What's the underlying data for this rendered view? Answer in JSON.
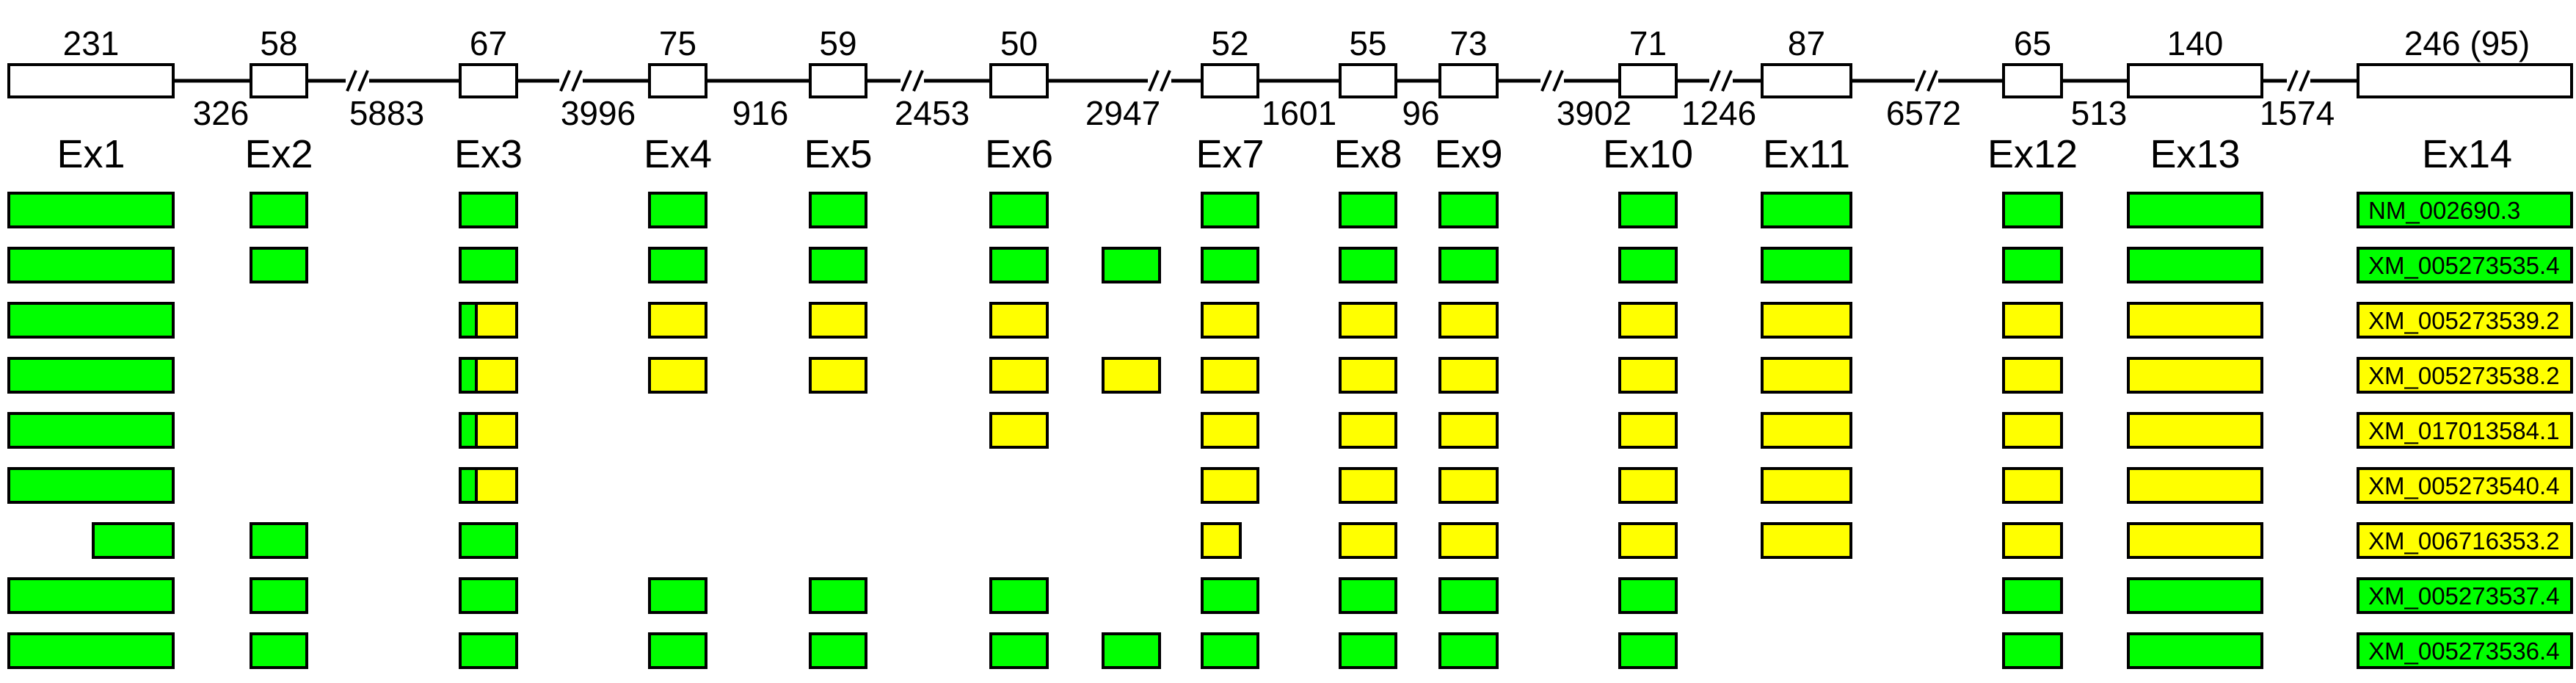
{
  "exon_sizes": [
    "231",
    "58",
    "67",
    "75",
    "59",
    "50",
    "52",
    "55",
    "73",
    "71",
    "87",
    "65",
    "140",
    "246 (95)"
  ],
  "intron_sizes": [
    "326",
    "5883",
    "3996",
    "916",
    "2453",
    "2947",
    "1601",
    "96",
    "3902",
    "1246",
    "6572",
    "513",
    "1574"
  ],
  "exon_names": [
    "Ex1",
    "Ex2",
    "Ex3",
    "Ex4",
    "Ex5",
    "Ex6",
    "Ex7",
    "Ex8",
    "Ex9",
    "Ex10",
    "Ex11",
    "Ex12",
    "Ex13",
    "Ex14"
  ],
  "colors": {
    "green": "#00ff00",
    "yellow": "#ffff00",
    "outline": "#000000",
    "background": "#ffffff"
  },
  "transcripts": [
    {
      "label": "NM_002690.3",
      "color": "green",
      "exons": [
        "Ex1",
        "Ex2",
        "Ex3",
        "Ex4",
        "Ex5",
        "Ex6",
        "Ex7",
        "Ex8",
        "Ex9",
        "Ex10",
        "Ex11",
        "Ex12",
        "Ex13"
      ]
    },
    {
      "label": "XM_005273535.4",
      "color": "green",
      "exons": [
        "Ex1",
        "Ex2",
        "Ex3",
        "Ex4",
        "Ex5",
        "Ex6",
        "extra",
        "Ex7",
        "Ex8",
        "Ex9",
        "Ex10",
        "Ex11",
        "Ex12",
        "Ex13"
      ]
    },
    {
      "label": "XM_005273539.2",
      "color": "yellow",
      "ex1_green": true,
      "ex3_split": true,
      "exons": [
        "Ex1",
        "Ex3",
        "Ex4",
        "Ex5",
        "Ex6",
        "Ex7",
        "Ex8",
        "Ex9",
        "Ex10",
        "Ex11",
        "Ex12",
        "Ex13"
      ]
    },
    {
      "label": "XM_005273538.2",
      "color": "yellow",
      "ex1_green": true,
      "ex3_split": true,
      "exons": [
        "Ex1",
        "Ex3",
        "Ex4",
        "Ex5",
        "Ex6",
        "extra",
        "Ex7",
        "Ex8",
        "Ex9",
        "Ex10",
        "Ex11",
        "Ex12",
        "Ex13"
      ]
    },
    {
      "label": "XM_017013584.1",
      "color": "yellow",
      "ex1_green": true,
      "ex3_split": true,
      "exons": [
        "Ex1",
        "Ex3",
        "Ex6",
        "Ex7",
        "Ex8",
        "Ex9",
        "Ex10",
        "Ex11",
        "Ex12",
        "Ex13"
      ]
    },
    {
      "label": "XM_005273540.4",
      "color": "yellow",
      "ex1_green": true,
      "ex3_split": true,
      "exons": [
        "Ex1",
        "Ex3",
        "Ex7",
        "Ex8",
        "Ex9",
        "Ex10",
        "Ex11",
        "Ex12",
        "Ex13"
      ]
    },
    {
      "label": "XM_006716353.2",
      "color": "yellow",
      "ex1_green": true,
      "ex1_short": true,
      "ex2_green": true,
      "ex3_green": true,
      "ex7_short": true,
      "exons": [
        "Ex1",
        "Ex2",
        "Ex3",
        "Ex7",
        "Ex8",
        "Ex9",
        "Ex10",
        "Ex11",
        "Ex12",
        "Ex13"
      ]
    },
    {
      "label": "XM_005273537.4",
      "color": "green",
      "exons": [
        "Ex1",
        "Ex2",
        "Ex3",
        "Ex4",
        "Ex5",
        "Ex6",
        "Ex7",
        "Ex8",
        "Ex9",
        "Ex10",
        "Ex12",
        "Ex13"
      ]
    },
    {
      "label": "XM_005273536.4",
      "color": "green",
      "exons": [
        "Ex1",
        "Ex2",
        "Ex3",
        "Ex4",
        "Ex5",
        "Ex6",
        "extra",
        "Ex7",
        "Ex8",
        "Ex9",
        "Ex10",
        "Ex12",
        "Ex13"
      ]
    }
  ]
}
